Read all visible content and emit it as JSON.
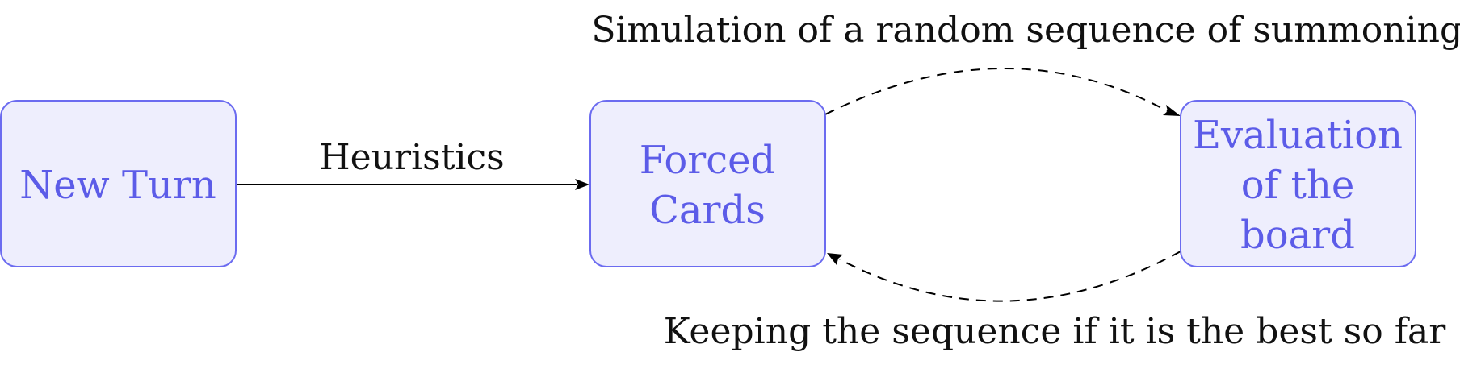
{
  "nodes": {
    "new_turn": {
      "lines": [
        "New Turn"
      ]
    },
    "forced_cards": {
      "lines": [
        "Forced",
        "Cards"
      ]
    },
    "evaluation": {
      "lines": [
        "Evaluation",
        "of the",
        "board"
      ]
    }
  },
  "edges": {
    "heuristics": {
      "label": "Heuristics"
    },
    "simulation": {
      "label": "Simulation of a random sequence of summonings"
    },
    "keeping": {
      "label": "Keeping the sequence if it is the best so far"
    }
  },
  "colors": {
    "node_fill": "#eeeefd",
    "node_stroke": "#6b6bf0",
    "node_text": "#5c5ce8",
    "edge": "#000000"
  }
}
